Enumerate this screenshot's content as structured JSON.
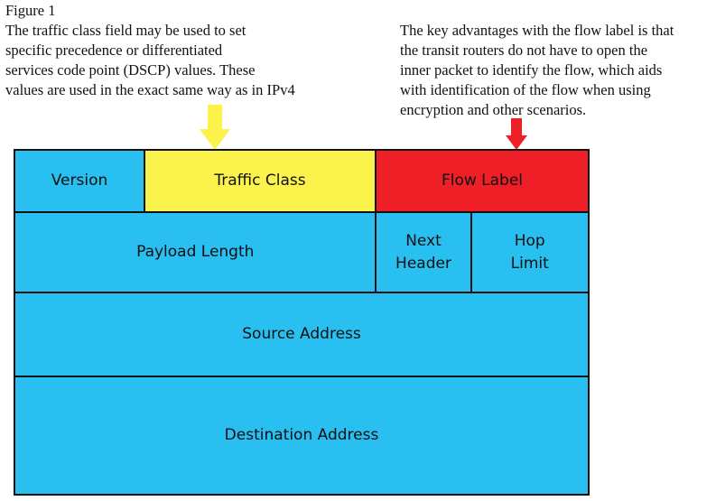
{
  "notes": {
    "figure_label": "Figure 1",
    "left_text": "The traffic class field may be used to set\nspecific precedence or differentiated\nservices code point (DSCP) values. These\nvalues are used in the exact same way as in IPv4",
    "right_text": "The key advantages with the flow label is that\nthe transit routers do not have to open the\ninner packet to identify the flow, which aids\nwith identification of the flow when using\nencryption and other scenarios."
  },
  "header_fields": {
    "version": "Version",
    "traffic_class": "Traffic Class",
    "flow_label": "Flow Label",
    "payload_length": "Payload Length",
    "next_header": "Next\nHeader",
    "hop_limit": "Hop\nLimit",
    "source_address": "Source Address",
    "destination_address": "Destination Address"
  },
  "colors": {
    "field_blue": "#29bff0",
    "traffic_class_yellow": "#fbf34b",
    "flow_label_red": "#ee1f26"
  }
}
